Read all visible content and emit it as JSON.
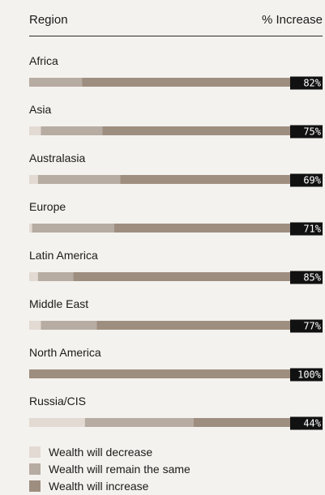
{
  "header": {
    "left_label": "Region",
    "right_label": "% Increase"
  },
  "colors": {
    "background": "#f4f2ee",
    "decrease": "#e2dad3",
    "same": "#b7aca2",
    "increase": "#9e8e80",
    "value_box": "#111111",
    "value_text": "#ffffff"
  },
  "chart_data": {
    "type": "bar",
    "stacked": true,
    "orientation": "horizontal",
    "categories": [
      "Africa",
      "Asia",
      "Australasia",
      "Europe",
      "Latin America",
      "Middle East",
      "North America",
      "Russia/CIS"
    ],
    "series": [
      {
        "name": "Wealth will decrease",
        "values": [
          0,
          4,
          3,
          1,
          3,
          4,
          0,
          19
        ]
      },
      {
        "name": "Wealth will remain the same",
        "values": [
          18,
          21,
          28,
          28,
          12,
          19,
          0,
          37
        ]
      },
      {
        "name": "Wealth will increase",
        "values": [
          82,
          75,
          69,
          71,
          85,
          77,
          100,
          44
        ]
      }
    ],
    "data_labels": [
      "82%",
      "75%",
      "69%",
      "71%",
      "85%",
      "77%",
      "100%",
      "44%"
    ],
    "xlim": [
      0,
      100
    ],
    "grid": false,
    "legend_position": "bottom"
  },
  "legend": {
    "items": [
      {
        "label": "Wealth will decrease",
        "color": "#e2dad3"
      },
      {
        "label": "Wealth will remain the same",
        "color": "#b7aca2"
      },
      {
        "label": "Wealth will increase",
        "color": "#9e8e80"
      }
    ]
  }
}
